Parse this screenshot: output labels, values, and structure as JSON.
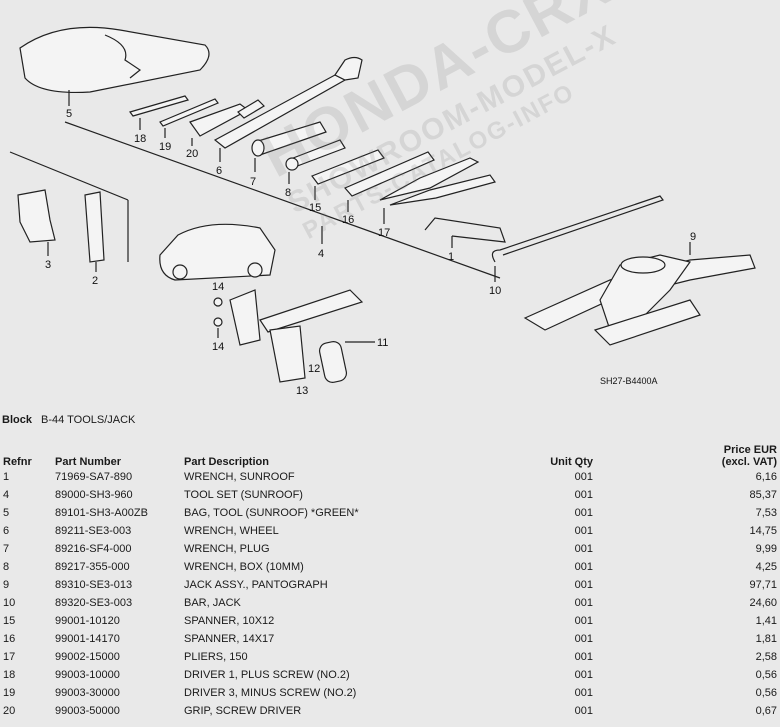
{
  "diagram": {
    "callouts": [
      "5",
      "18",
      "19",
      "20",
      "6",
      "7",
      "8",
      "15",
      "16",
      "17",
      "4",
      "1",
      "10",
      "9",
      "3",
      "2",
      "14",
      "14",
      "11",
      "12",
      "13"
    ],
    "code": "SH27-B4400A",
    "watermark": [
      "HONDA-CRX",
      "SHOWROOM-MODEL-X",
      "PARTS-CATALOG-INFO"
    ]
  },
  "block": {
    "label": "Block",
    "value": "B-44 TOOLS/JACK"
  },
  "table": {
    "headers": {
      "refnr": "Refnr",
      "part_number": "Part Number",
      "part_description": "Part Description",
      "unit_qty": "Unit Qty",
      "price_line1": "Price EUR",
      "price_line2": "(excl. VAT)"
    },
    "rows": [
      {
        "refnr": "1",
        "part_number": "71969-SA7-890",
        "description": "WRENCH, SUNROOF",
        "qty": "001",
        "price": "6,16"
      },
      {
        "refnr": "4",
        "part_number": "89000-SH3-960",
        "description": "TOOL SET (SUNROOF)",
        "qty": "001",
        "price": "85,37"
      },
      {
        "refnr": "5",
        "part_number": "89101-SH3-A00ZB",
        "description": "BAG, TOOL (SUNROOF) *GREEN*",
        "qty": "001",
        "price": "7,53"
      },
      {
        "refnr": "6",
        "part_number": "89211-SE3-003",
        "description": "WRENCH, WHEEL",
        "qty": "001",
        "price": "14,75"
      },
      {
        "refnr": "7",
        "part_number": "89216-SF4-000",
        "description": "WRENCH, PLUG",
        "qty": "001",
        "price": "9,99"
      },
      {
        "refnr": "8",
        "part_number": "89217-355-000",
        "description": "WRENCH, BOX (10MM)",
        "qty": "001",
        "price": "4,25"
      },
      {
        "refnr": "9",
        "part_number": "89310-SE3-013",
        "description": "JACK ASSY., PANTOGRAPH",
        "qty": "001",
        "price": "97,71"
      },
      {
        "refnr": "10",
        "part_number": "89320-SE3-003",
        "description": "BAR, JACK",
        "qty": "001",
        "price": "24,60"
      },
      {
        "refnr": "15",
        "part_number": "99001-10120",
        "description": "SPANNER, 10X12",
        "qty": "001",
        "price": "1,41"
      },
      {
        "refnr": "16",
        "part_number": "99001-14170",
        "description": "SPANNER, 14X17",
        "qty": "001",
        "price": "1,81"
      },
      {
        "refnr": "17",
        "part_number": "99002-15000",
        "description": "PLIERS, 150",
        "qty": "001",
        "price": "2,58"
      },
      {
        "refnr": "18",
        "part_number": "99003-10000",
        "description": "DRIVER 1, PLUS SCREW (NO.2)",
        "qty": "001",
        "price": "0,56"
      },
      {
        "refnr": "19",
        "part_number": "99003-30000",
        "description": "DRIVER 3, MINUS SCREW (NO.2)",
        "qty": "001",
        "price": "0,56"
      },
      {
        "refnr": "20",
        "part_number": "99003-50000",
        "description": "GRIP, SCREW DRIVER",
        "qty": "001",
        "price": "0,67"
      }
    ]
  }
}
